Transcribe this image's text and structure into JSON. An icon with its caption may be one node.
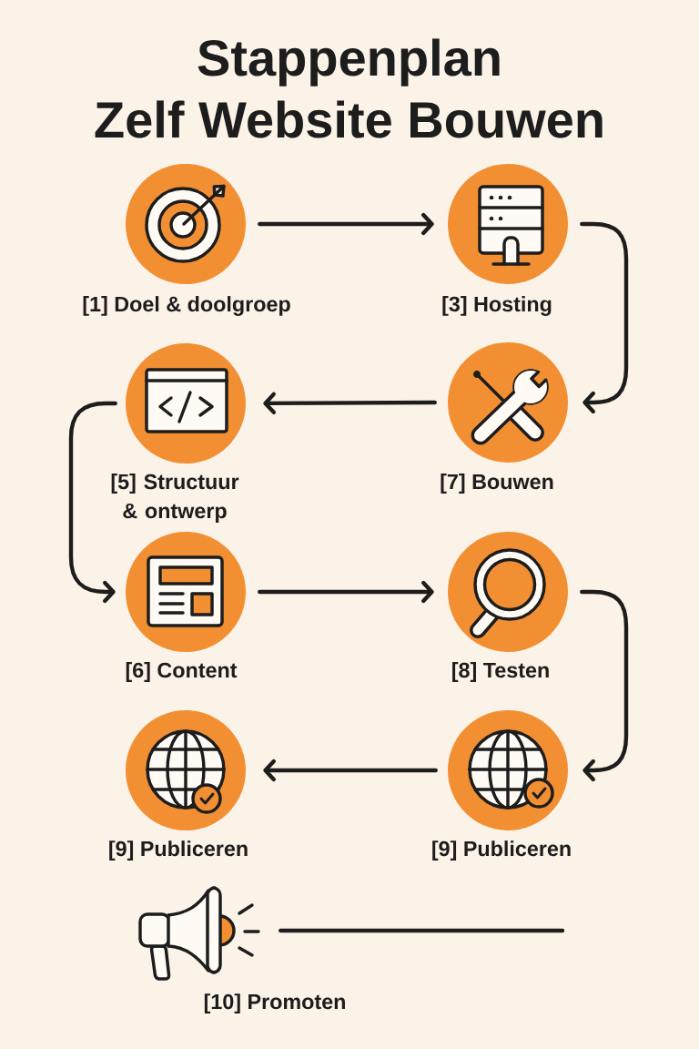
{
  "diagram": {
    "title": "Stappenplan Zelf Website Bouwen",
    "nodes": [
      {
        "text": [
          "[1] Doel & doolgroep"
        ]
      },
      {
        "text": [
          "[3] Hosting"
        ]
      },
      {
        "text": [
          "[5] Structuur & ontwerp"
        ]
      },
      {
        "text": [
          "[7] Bouwen"
        ]
      },
      {
        "text": [
          "[6] Content"
        ]
      },
      {
        "text": [
          "[8] Testen"
        ]
      },
      {
        "text": [
          "[9] Publiceren"
        ]
      },
      {
        "text": [
          "[9] Publiceren"
        ]
      },
      {
        "text": [
          "[10] Promoten"
        ]
      }
    ],
    "edges": [
      {
        "from": 0,
        "to": 1,
        "arrow": "to"
      },
      {
        "from": 1,
        "to": 3,
        "arrow": "to"
      },
      {
        "from": 3,
        "to": 2,
        "arrow": "to"
      },
      {
        "from": 2,
        "to": 4,
        "arrow": "to"
      },
      {
        "from": 4,
        "to": 5,
        "arrow": "to"
      },
      {
        "from": 5,
        "to": 7,
        "arrow": "to"
      },
      {
        "from": 7,
        "to": 6,
        "arrow": "to"
      },
      {
        "from": 8,
        "to": null,
        "arrow": "none"
      }
    ]
  }
}
